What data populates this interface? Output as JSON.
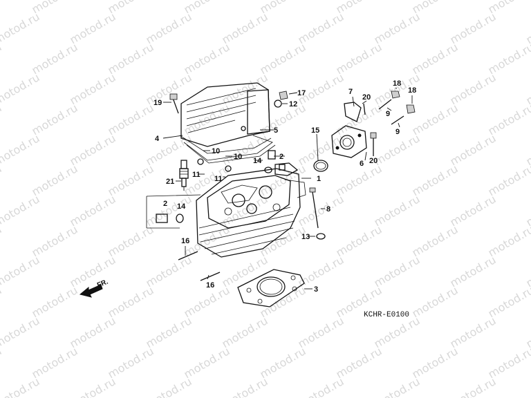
{
  "watermark": "motod.ru",
  "diagram_code": "KCHR-E0100",
  "front_indicator": "FR.",
  "callouts": {
    "c1": "1",
    "c2a": "2",
    "c2b": "2",
    "c3": "3",
    "c4": "4",
    "c5": "5",
    "c6": "6",
    "c7": "7",
    "c8": "8",
    "c9a": "9",
    "c9b": "9",
    "c10a": "10",
    "c10b": "10",
    "c11a": "11",
    "c11b": "11",
    "c12": "12",
    "c13": "13",
    "c14a": "14",
    "c14b": "14",
    "c15": "15",
    "c16a": "16",
    "c16b": "16",
    "c17": "17",
    "c18a": "18",
    "c18b": "18",
    "c19": "19",
    "c20a": "20",
    "c20b": "20",
    "c21": "21"
  }
}
